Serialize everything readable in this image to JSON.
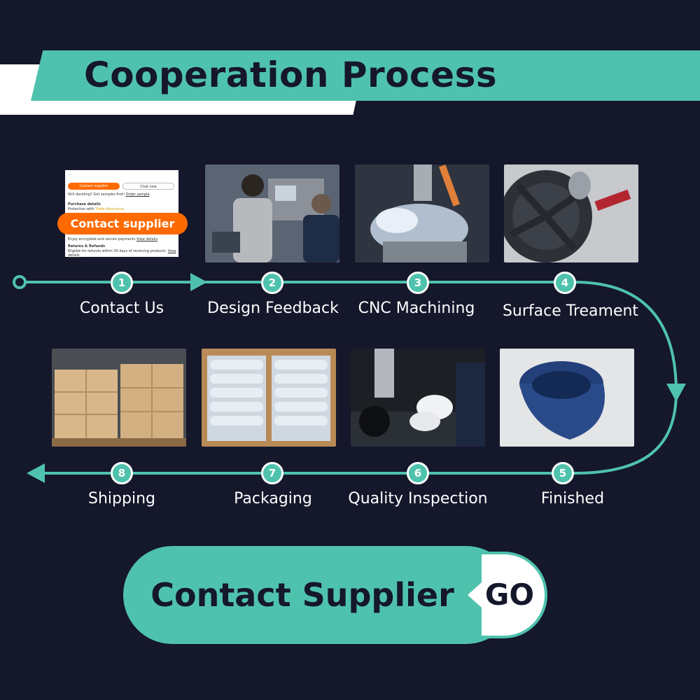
{
  "title": "Cooperation Process",
  "contact_card": {
    "button_primary": "Contact supplier",
    "button_secondary": "Chat now",
    "line_1": "Still deciding? Get samples first!",
    "line_1_link": "Order sample",
    "purchase_details": "Purchase details",
    "protection": "Protection with",
    "trade_assurance": "Trade Assurance",
    "payments": "Enjoy encrypted and secure payments",
    "payments_link": "View details",
    "returns": "Returns & Refunds",
    "returns_text": "Eligible for refunds within 30 days of receiving products.",
    "returns_link": "View details",
    "overlay_button": "Contact supplier"
  },
  "steps": [
    {
      "number": "1",
      "label": "Contact Us"
    },
    {
      "number": "2",
      "label": "Design Feedback"
    },
    {
      "number": "3",
      "label": "CNC Machining"
    },
    {
      "number": "4",
      "label": "Surface Treament"
    },
    {
      "number": "5",
      "label": "Finished"
    },
    {
      "number": "6",
      "label": "Quality Inspection"
    },
    {
      "number": "7",
      "label": "Packaging"
    },
    {
      "number": "8",
      "label": "Shipping"
    }
  ],
  "cta": {
    "label": "Contact Supplier",
    "go": "GO"
  },
  "colors": {
    "background": "#15172b",
    "accent": "#4fc2ad",
    "orange": "#ff6a00",
    "white": "#ffffff"
  }
}
